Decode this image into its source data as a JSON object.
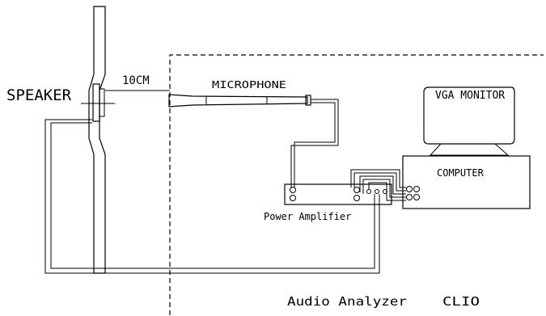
{
  "labels": {
    "speaker": "SPEAKER",
    "distance": "10CM",
    "microphone": "MICROPHONE",
    "monitor": "VGA MONITOR",
    "computer": "COMPUTER",
    "amplifier": "Power Amplifier",
    "analyzer": "Audio Analyzer",
    "analyzer_name": "CLIO"
  }
}
